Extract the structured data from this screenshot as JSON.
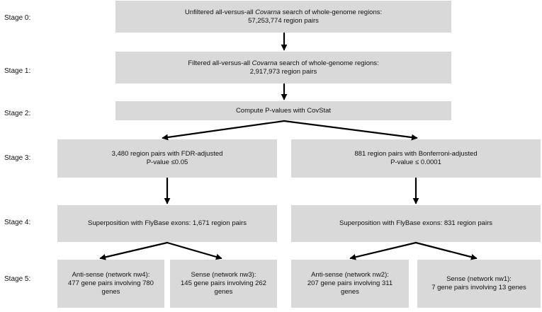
{
  "stages": [
    {
      "id": "s0",
      "label": "Stage 0:"
    },
    {
      "id": "s1",
      "label": "Stage 1:"
    },
    {
      "id": "s2",
      "label": "Stage 2:"
    },
    {
      "id": "s3",
      "label": "Stage 3:"
    },
    {
      "id": "s4",
      "label": "Stage 4:"
    },
    {
      "id": "s5",
      "label": "Stage 5:"
    }
  ],
  "boxes": {
    "stage0": {
      "line1_pre": "Unfiltered all-versus-all ",
      "line1_em": "Covarna",
      "line1_post": " search of whole-genome regions:",
      "line2": "57,253,774 region pairs"
    },
    "stage1": {
      "line1_pre": "Filtered all-versus-all ",
      "line1_em": "Covarna",
      "line1_post": " search of whole-genome regions:",
      "line2": "2,917,973 region pairs"
    },
    "stage2": {
      "line1": "Compute P-values with CovStat"
    },
    "stage3_left": {
      "line1": "3,480 region pairs with FDR-adjusted",
      "line2": "P-value ≤0.05"
    },
    "stage3_right": {
      "line1": "881 region pairs with Bonferroni-adjusted",
      "line2": "P-value ≤ 0.0001"
    },
    "stage4_left": {
      "line1": "Superposition with FlyBase exons: 1,671 region pairs"
    },
    "stage4_right": {
      "line1": "Superposition with FlyBase exons: 831 region pairs"
    },
    "stage5_nw4": {
      "line1": "Anti-sense (network nw4):",
      "line2": "477 gene pairs involving 780",
      "line3": "genes"
    },
    "stage5_nw3": {
      "line1": "Sense (network nw3):",
      "line2": "145 gene pairs involving 262",
      "line3": "genes"
    },
    "stage5_nw2": {
      "line1": "Anti-sense (network nw2):",
      "line2": "207 gene pairs involving 311",
      "line3": "genes"
    },
    "stage5_nw1": {
      "line1": "Sense (network nw1):",
      "line2": "7 gene pairs involving 13 genes"
    }
  },
  "colors": {
    "box_fill": "#d9d9d9",
    "arrow": "#000000",
    "background": "#ffffff"
  }
}
